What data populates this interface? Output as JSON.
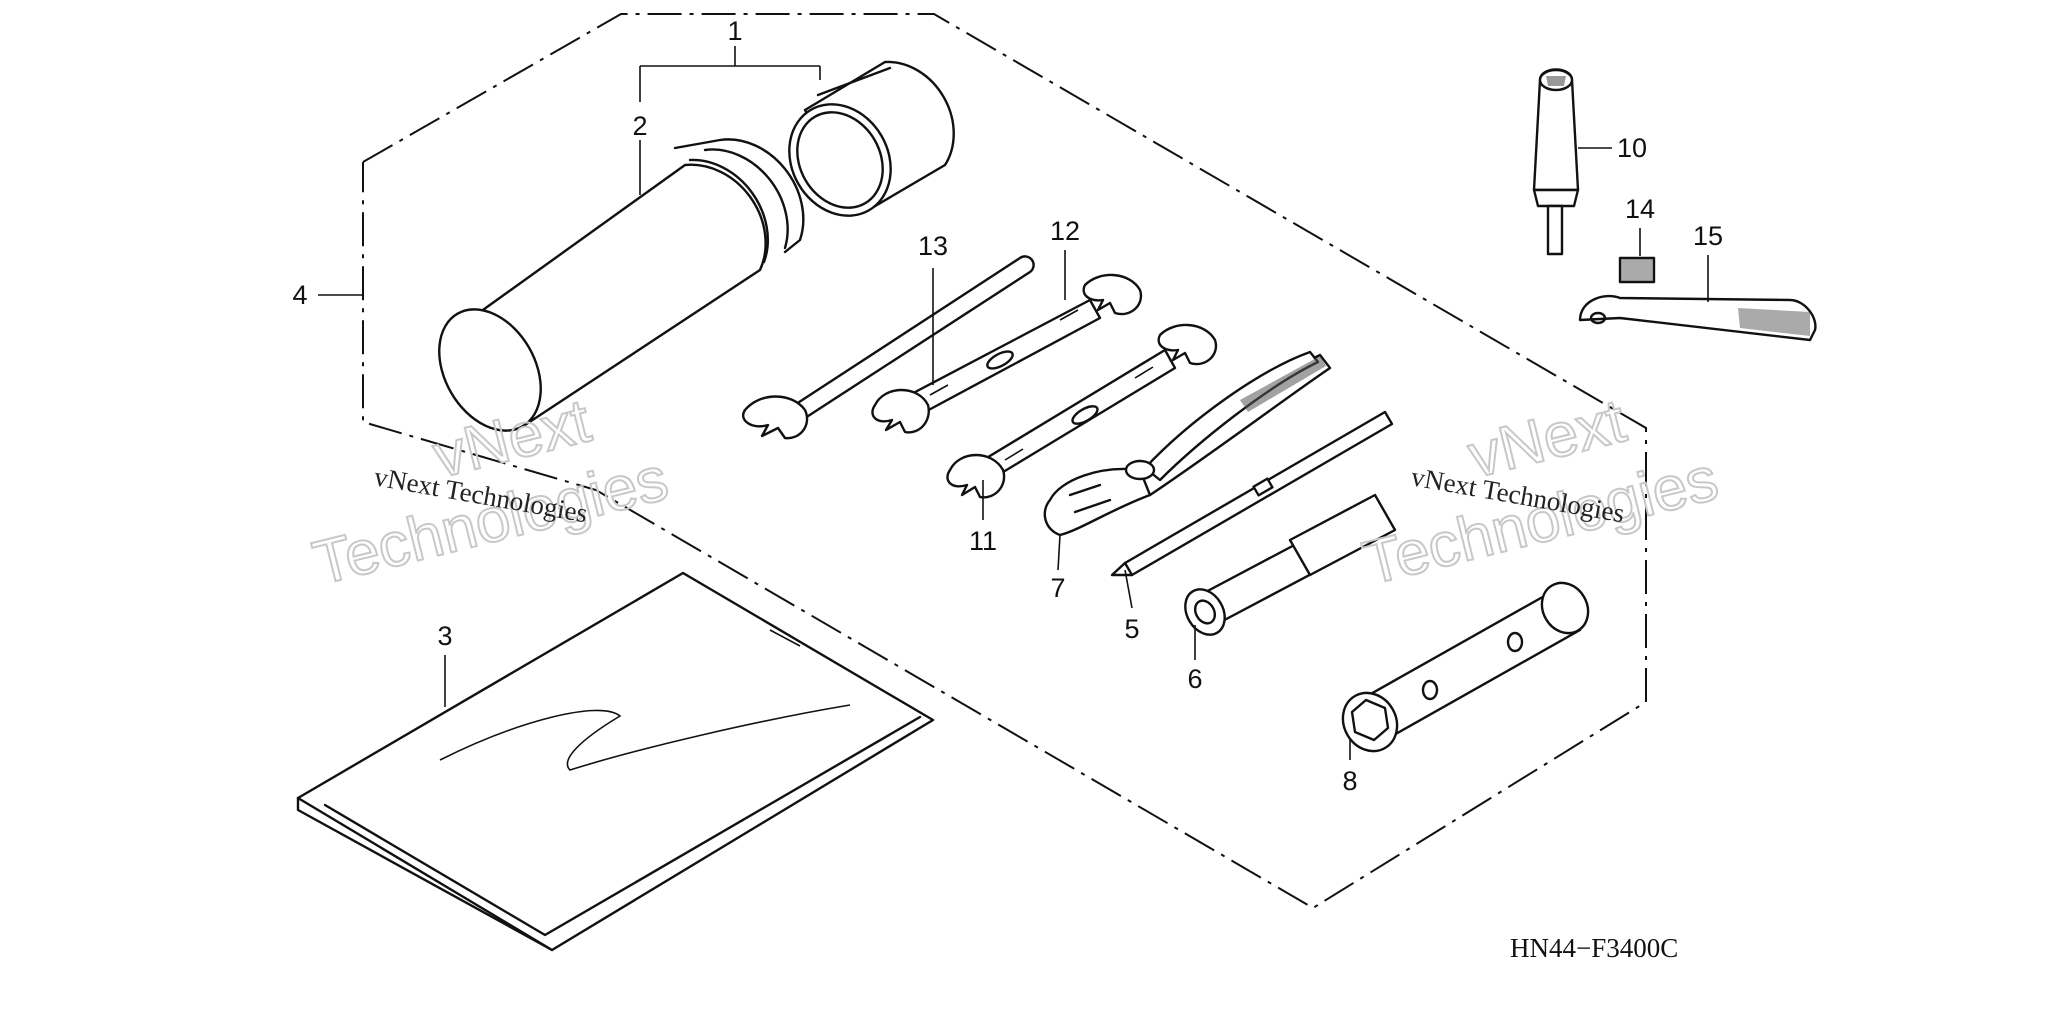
{
  "diagram": {
    "drawing_code": "HN44−F3400C",
    "callouts": [
      "1",
      "2",
      "3",
      "4",
      "5",
      "6",
      "7",
      "8",
      "10",
      "11",
      "12",
      "13",
      "14",
      "15"
    ],
    "watermark": {
      "line_small": "vNext Technologies",
      "line_big_1": "vNext",
      "line_big_2": "Technologies"
    }
  }
}
